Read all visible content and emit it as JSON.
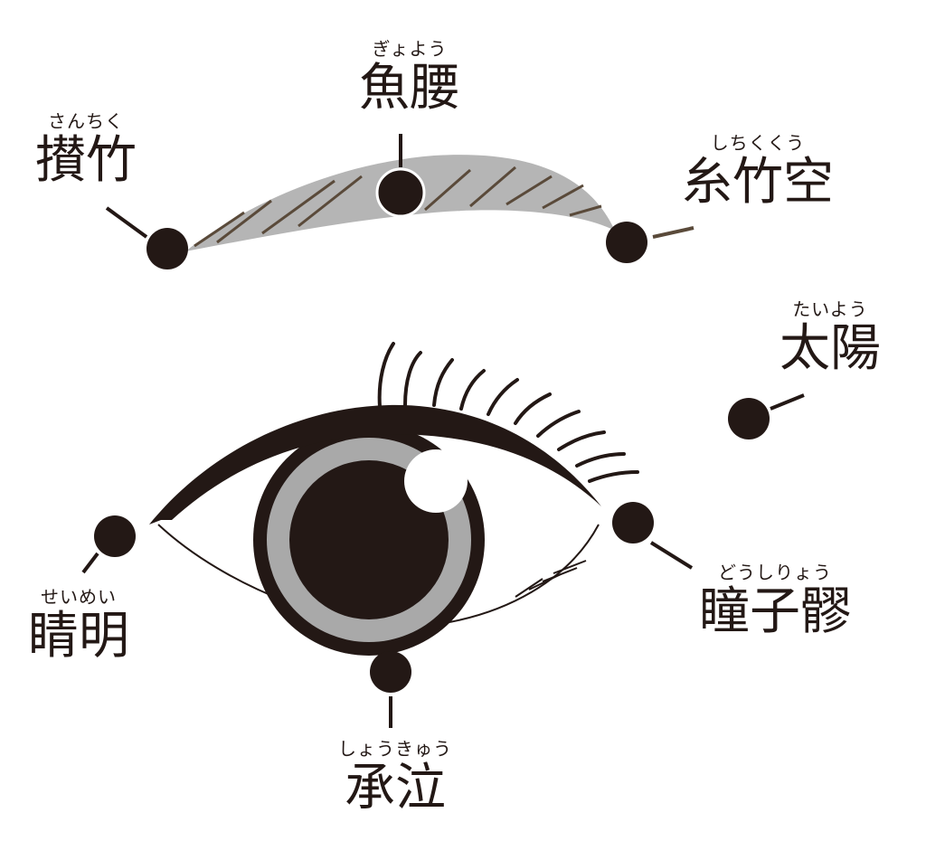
{
  "colors": {
    "ink": "#231815",
    "brow": "#b5b5b5",
    "iris_ring": "#a9a9a9",
    "brow_hair": "#5a4a3a"
  },
  "points": [
    {
      "id": "gyoyo",
      "reading": "ぎょよう",
      "name": "魚腰"
    },
    {
      "id": "sanchiku",
      "reading": "さんちく",
      "name": "攅竹"
    },
    {
      "id": "shichikukuu",
      "reading": "しちくくう",
      "name": "糸竹空"
    },
    {
      "id": "taiyo",
      "reading": "たいよう",
      "name": "太陽"
    },
    {
      "id": "seimei",
      "reading": "せいめい",
      "name": "睛明"
    },
    {
      "id": "doshiryo",
      "reading": "どうしりょう",
      "name": "瞳子髎"
    },
    {
      "id": "shokyu",
      "reading": "しょうきゅう",
      "name": "承泣"
    }
  ]
}
